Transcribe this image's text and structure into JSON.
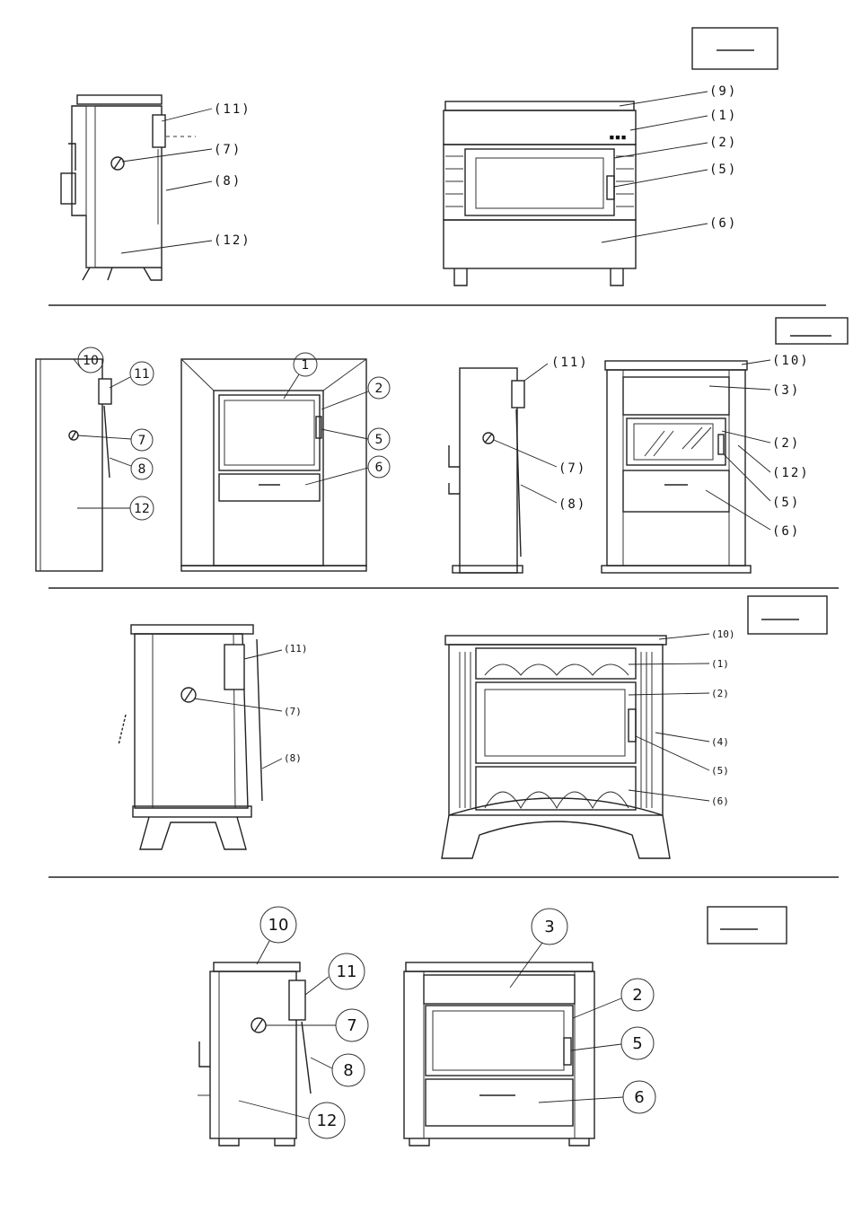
{
  "sections": [
    {
      "id": "model-1",
      "side_callouts": [
        "(11)",
        "(7)",
        "(8)",
        "(12)"
      ],
      "front_callouts": [
        "(9)",
        "(1)",
        "(2)",
        "(5)",
        "(6)"
      ]
    },
    {
      "id": "model-2",
      "side_a_callouts": [
        "10",
        "11",
        "7",
        "8",
        "12"
      ],
      "front_a_callouts": [
        "1",
        "2",
        "5",
        "6"
      ],
      "side_b_callouts": [
        "(11)",
        "(7)",
        "(8)"
      ],
      "front_b_callouts": [
        "(10)",
        "(3)",
        "(2)",
        "(12)",
        "(5)",
        "(6)"
      ]
    },
    {
      "id": "model-3",
      "side_callouts": [
        "(11)",
        "(7)",
        "(8)"
      ],
      "front_callouts": [
        "(10)",
        "(1)",
        "(2)",
        "(4)",
        "(5)",
        "(6)"
      ]
    },
    {
      "id": "model-4",
      "side_callouts": [
        "10",
        "11",
        "7",
        "8",
        "12"
      ],
      "front_callouts": [
        "3",
        "2",
        "5",
        "6"
      ]
    }
  ],
  "colors": {
    "ink": "#222222",
    "paper": "#ffffff"
  }
}
